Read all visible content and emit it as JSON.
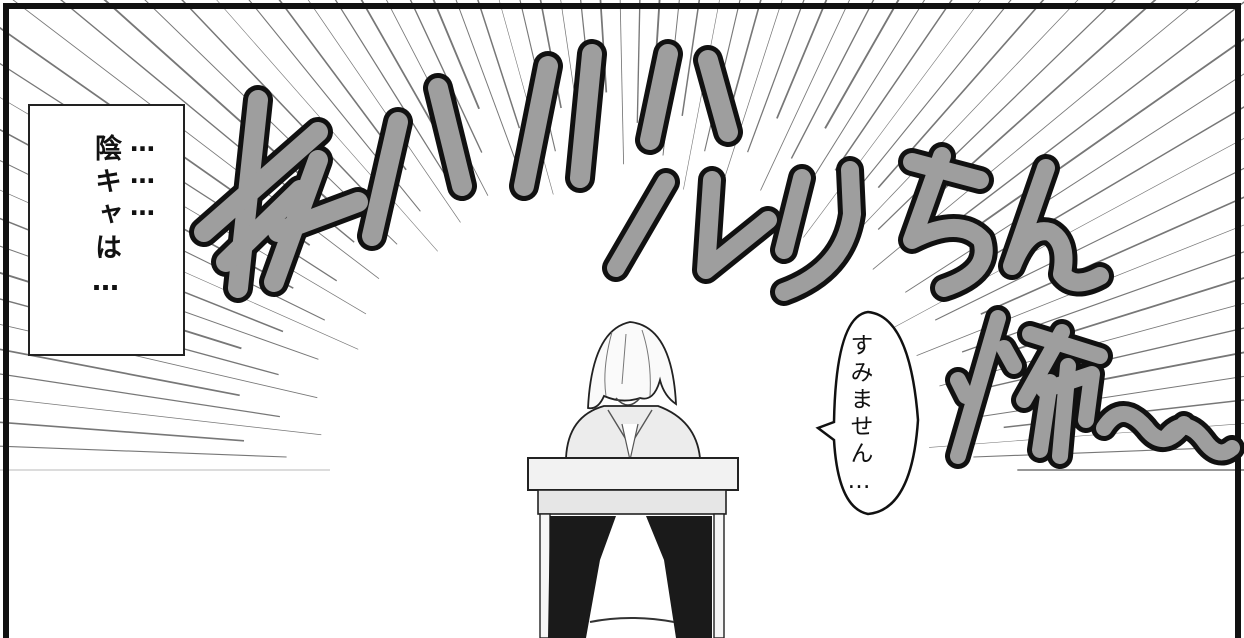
{
  "caption": {
    "lines": [
      "………",
      "陰キャは…"
    ]
  },
  "speech_bubble": {
    "text": "すみません…"
  },
  "sfx": {
    "line_1": "キャハハハ",
    "line_2": "ルリちん",
    "line_3": "怖〜〜"
  },
  "colors": {
    "ink": "#111111",
    "sfx_fill": "#9e9e9e",
    "background": "#ffffff"
  }
}
